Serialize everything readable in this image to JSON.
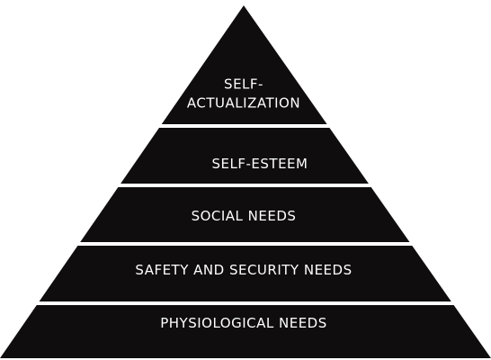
{
  "diagram": {
    "type": "pyramid",
    "colors": {
      "tier_fill": "#0f0d0d",
      "separator": "#ffffff",
      "text": "#ffffff",
      "background": "#ffffff"
    },
    "tiers": [
      {
        "label_lines": [
          "SELF-",
          "ACTUALIZATION"
        ]
      },
      {
        "label_lines": [
          "SELF-ESTEEM"
        ]
      },
      {
        "label_lines": [
          "SOCIAL NEEDS"
        ]
      },
      {
        "label_lines": [
          "SAFETY AND SECURITY NEEDS"
        ]
      },
      {
        "label_lines": [
          "PHYSIOLOGICAL NEEDS"
        ]
      }
    ]
  }
}
